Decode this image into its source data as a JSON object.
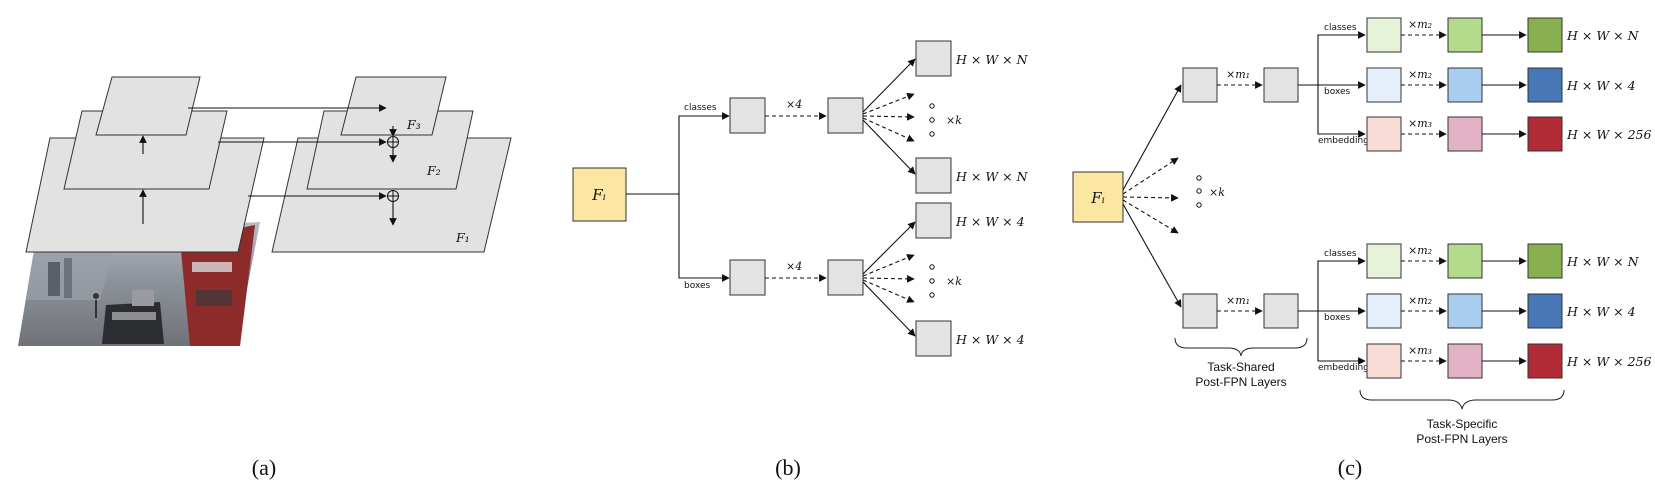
{
  "captions": {
    "a": "(a)",
    "b": "(b)",
    "c": "(c)"
  },
  "panel_a": {
    "f3": "F₃",
    "f2": "F₂",
    "f1": "F₁"
  },
  "panel_b": {
    "input": "Fᵢ",
    "branch_classes": "classes",
    "branch_boxes": "boxes",
    "repeat_top": "×4",
    "repeat_bottom": "×4",
    "anchors": "×k",
    "out_top1": "H × W × N",
    "out_top2": "H × W × N",
    "out_bot1": "H × W × 4",
    "out_bot2": "H × W × 4"
  },
  "panel_c": {
    "input": "Fᵢ",
    "anchors": "×k",
    "shared_repeat": "×m₁",
    "task_classes": "classes",
    "task_boxes": "boxes",
    "task_embeddings": "embeddings",
    "rep_classes": "×m₂",
    "rep_boxes": "×m₂",
    "rep_embeddings": "×m₃",
    "out_classes": "H × W × N",
    "out_boxes": "H × W × 4",
    "out_embeddings": "H × W × 256",
    "shared_label_1": "Task-Shared",
    "shared_label_2": "Post-FPN Layers",
    "specific_label_1": "Task-Specific",
    "specific_label_2": "Post-FPN Layers"
  },
  "colors": {
    "input": "#fbe7a1",
    "classes": [
      "#e7f3d9",
      "#b4da8b",
      "#88b04e"
    ],
    "boxes": [
      "#e5f0fa",
      "#a8cdee",
      "#4777b6"
    ],
    "embeddings": [
      "#f8dcd5",
      "#e3b2c6",
      "#b22c37"
    ]
  }
}
